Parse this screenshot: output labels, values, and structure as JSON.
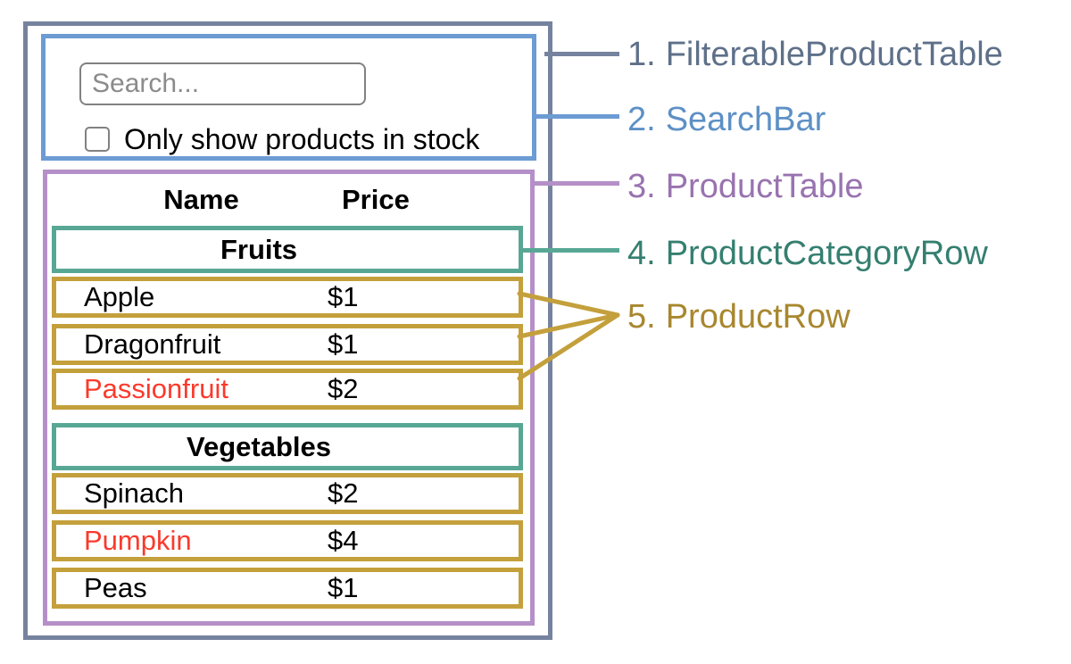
{
  "colors": {
    "filterable_product_table": "#76839e",
    "filterable_label": "#5e7089",
    "search_bar": "#6c9cd3",
    "search_bar_label": "#5d90c6",
    "product_table": "#b590c8",
    "product_table_label": "#9973b0",
    "category_row": "#58a795",
    "category_row_label": "#357f70",
    "product_row": "#c4a03c",
    "product_row_label": "#a8872f",
    "out_of_stock": "#fa3a2c",
    "body_text": "#000000",
    "control_border": "#818181",
    "placeholder_text": "#8b8b8b"
  },
  "search_bar": {
    "input_placeholder": "Search...",
    "checkbox_label": "Only show products in stock",
    "checkbox_checked": false
  },
  "product_table": {
    "headers": {
      "name": "Name",
      "price": "Price"
    },
    "groups": [
      {
        "category": "Fruits",
        "rows": [
          {
            "name": "Apple",
            "price": "$1",
            "out_of_stock": false
          },
          {
            "name": "Dragonfruit",
            "price": "$1",
            "out_of_stock": false
          },
          {
            "name": "Passionfruit",
            "price": "$2",
            "out_of_stock": true
          }
        ]
      },
      {
        "category": "Vegetables",
        "rows": [
          {
            "name": "Spinach",
            "price": "$2",
            "out_of_stock": false
          },
          {
            "name": "Pumpkin",
            "price": "$4",
            "out_of_stock": true
          },
          {
            "name": "Peas",
            "price": "$1",
            "out_of_stock": false
          }
        ]
      }
    ]
  },
  "legend": [
    {
      "num": "1.",
      "label": "FilterableProductTable"
    },
    {
      "num": "2.",
      "label": "SearchBar"
    },
    {
      "num": "3.",
      "label": "ProductTable"
    },
    {
      "num": "4.",
      "label": "ProductCategoryRow"
    },
    {
      "num": "5.",
      "label": "ProductRow"
    }
  ]
}
